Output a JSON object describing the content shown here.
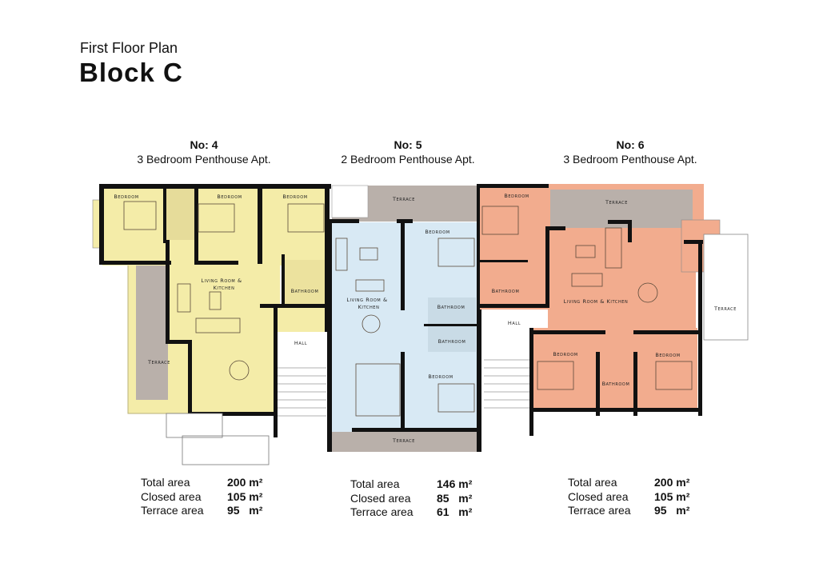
{
  "header": {
    "subtitle": "First Floor Plan",
    "title": "Block C"
  },
  "colors": {
    "apt4": "#f4eca8",
    "apt5": "#d8e9f4",
    "apt6": "#f2ac8e",
    "terrace": "#b9b0aa",
    "wall": "#111111"
  },
  "apartments": [
    {
      "number": "No: 4",
      "type": "3 Bedroom Penthouse Apt.",
      "rooms": {
        "bedroom1": "Bedroom",
        "bedroom2": "Bedroom",
        "bedroom3": "Bedroom",
        "living1": "Living Room &",
        "living2": "Kitchen",
        "bathroom": "Bathroom",
        "terrace": "Terrace"
      },
      "areas": [
        {
          "label": "Total area",
          "value": "200 m²"
        },
        {
          "label": "Closed area",
          "value": "105 m²"
        },
        {
          "label": "Terrace area",
          "value": "95   m²"
        }
      ]
    },
    {
      "number": "No: 5",
      "type": "2 Bedroom Penthouse Apt.",
      "rooms": {
        "terrace_top": "Terrace",
        "bedroom1": "Bedroom",
        "living1": "Living Room &",
        "living2": "Kitchen",
        "bathroom1": "Bathroom",
        "bathroom2": "Bathroom",
        "bedroom2": "Bedroom",
        "terrace_bottom": "Terrace"
      },
      "areas": [
        {
          "label": "Total area",
          "value": "146 m²"
        },
        {
          "label": "Closed area",
          "value": "85   m²"
        },
        {
          "label": "Terrace area",
          "value": "61   m²"
        }
      ]
    },
    {
      "number": "No: 6",
      "type": "3 Bedroom Penthouse Apt.",
      "rooms": {
        "bedroom1": "Bedroom",
        "bathroom1": "Bathroom",
        "terrace_top": "Terrace",
        "living": "Living Room & Kitchen",
        "bedroom2": "Bedroom",
        "bathroom2": "Bathroom",
        "bedroom3": "Bedroom",
        "terrace_right": "Terrace"
      },
      "areas": [
        {
          "label": "Total area",
          "value": "200 m²"
        },
        {
          "label": "Closed area",
          "value": "105 m²"
        },
        {
          "label": "Terrace area",
          "value": "95   m²"
        }
      ]
    }
  ],
  "halls": [
    "Hall",
    "Hall"
  ]
}
